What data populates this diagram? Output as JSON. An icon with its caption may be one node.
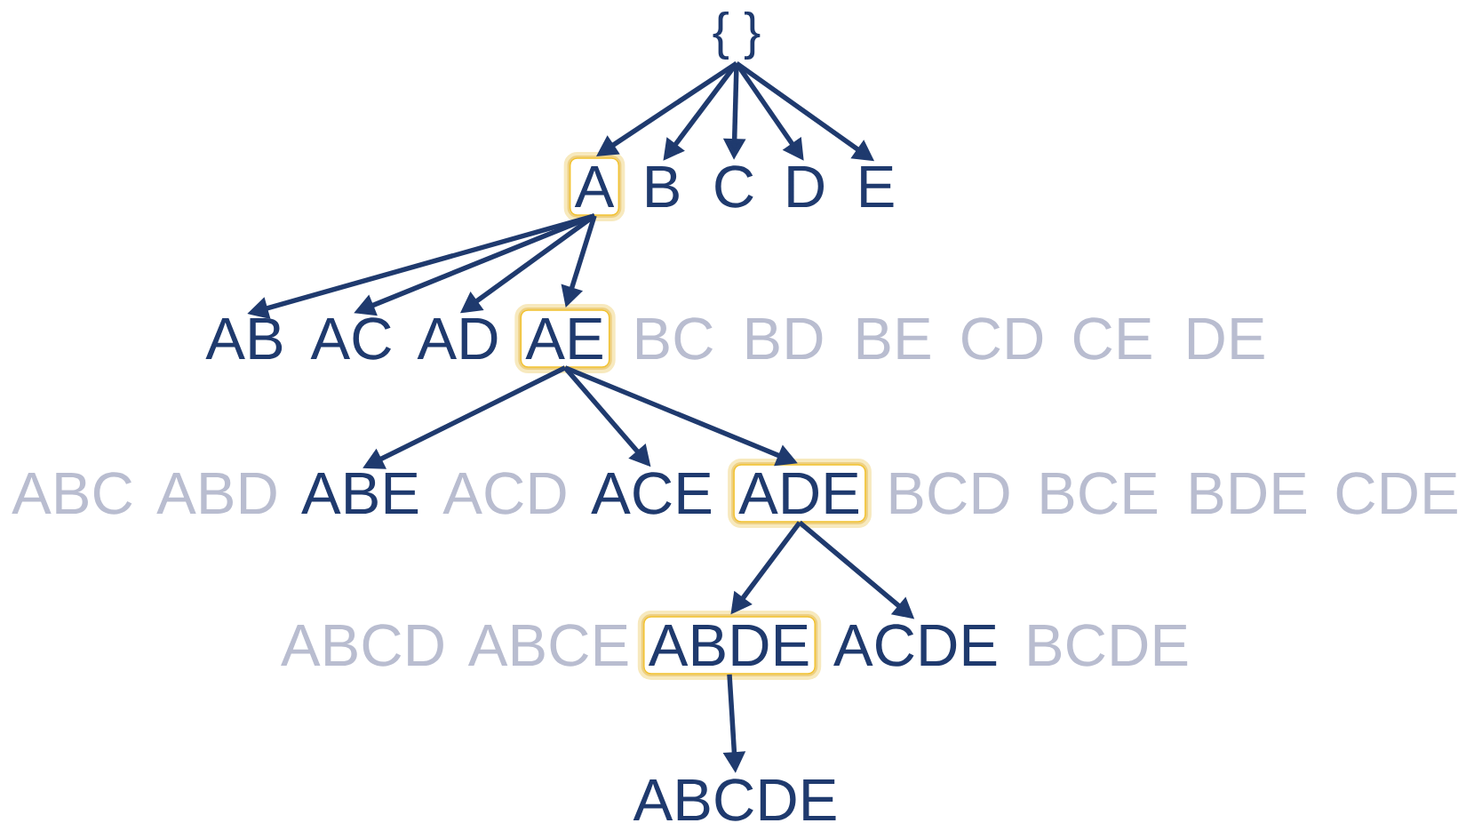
{
  "diagram": {
    "nodes": [
      {
        "text": [
          "{ }"
        ]
      },
      {
        "text": [
          "A"
        ]
      },
      {
        "text": [
          "B"
        ]
      },
      {
        "text": [
          "C"
        ]
      },
      {
        "text": [
          "D"
        ]
      },
      {
        "text": [
          "E"
        ]
      },
      {
        "text": [
          "AB"
        ]
      },
      {
        "text": [
          "AC"
        ]
      },
      {
        "text": [
          "AD"
        ]
      },
      {
        "text": [
          "AE"
        ]
      },
      {
        "text": [
          "BC"
        ]
      },
      {
        "text": [
          "BD"
        ]
      },
      {
        "text": [
          "BE"
        ]
      },
      {
        "text": [
          "CD"
        ]
      },
      {
        "text": [
          "CE"
        ]
      },
      {
        "text": [
          "DE"
        ]
      },
      {
        "text": [
          "ABC"
        ]
      },
      {
        "text": [
          "ABD"
        ]
      },
      {
        "text": [
          "ABE"
        ]
      },
      {
        "text": [
          "ACD"
        ]
      },
      {
        "text": [
          "ACE"
        ]
      },
      {
        "text": [
          "ADE"
        ]
      },
      {
        "text": [
          "BCD"
        ]
      },
      {
        "text": [
          "BCE"
        ]
      },
      {
        "text": [
          "BDE"
        ]
      },
      {
        "text": [
          "CDE"
        ]
      },
      {
        "text": [
          "ABCD"
        ]
      },
      {
        "text": [
          "ABCE"
        ]
      },
      {
        "text": [
          "ABDE"
        ]
      },
      {
        "text": [
          "ACDE"
        ]
      },
      {
        "text": [
          "BCDE"
        ]
      },
      {
        "text": [
          "ABCDE"
        ]
      }
    ],
    "edges": [
      {
        "from": 0,
        "to": 1,
        "arrow": "to"
      },
      {
        "from": 0,
        "to": 2,
        "arrow": "to"
      },
      {
        "from": 0,
        "to": 3,
        "arrow": "to"
      },
      {
        "from": 0,
        "to": 4,
        "arrow": "to"
      },
      {
        "from": 0,
        "to": 5,
        "arrow": "to"
      },
      {
        "from": 1,
        "to": 6,
        "arrow": "to"
      },
      {
        "from": 1,
        "to": 7,
        "arrow": "to"
      },
      {
        "from": 1,
        "to": 8,
        "arrow": "to"
      },
      {
        "from": 1,
        "to": 9,
        "arrow": "to"
      },
      {
        "from": 9,
        "to": 18,
        "arrow": "to"
      },
      {
        "from": 9,
        "to": 20,
        "arrow": "to"
      },
      {
        "from": 9,
        "to": 21,
        "arrow": "to"
      },
      {
        "from": 21,
        "to": 28,
        "arrow": "to"
      },
      {
        "from": 21,
        "to": 29,
        "arrow": "to"
      },
      {
        "from": 28,
        "to": 31,
        "arrow": "to"
      }
    ]
  }
}
